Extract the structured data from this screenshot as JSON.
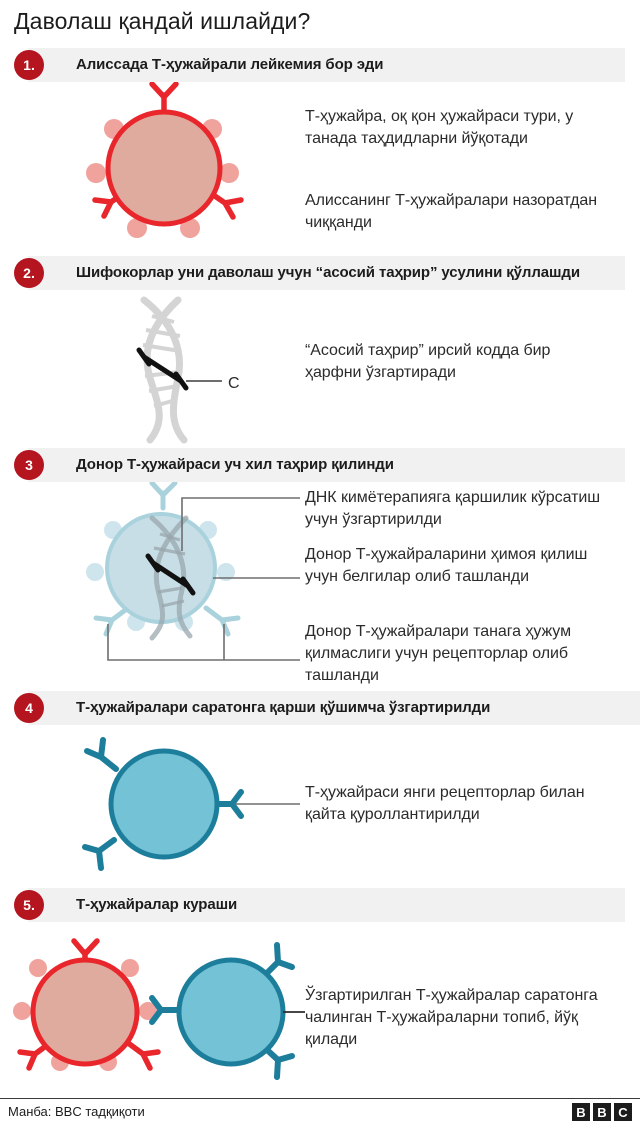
{
  "title": "Даволаш қандай  ишлайди?",
  "colors": {
    "badge_red": "#b4151f",
    "bar_gray": "#f1f1f1",
    "cell_red_stroke": "#e8262b",
    "cell_red_fill": "#e0ab9f",
    "cell_red_dot": "#f0a29c",
    "cell_blue_pale_stroke": "#a9d2dd",
    "cell_blue_pale_fill": "#c8dee6",
    "cell_teal_stroke": "#1d7e9c",
    "cell_teal_fill": "#74c2d6",
    "dna_gray": "#cfcfcf",
    "leader_gray": "#6e6e6e",
    "text": "#2b2b2b"
  },
  "sections": [
    {
      "number": "1.",
      "heading": "Алиссада Т-ҳужайрали лейкемия бор эди",
      "paragraphs": [
        "Т-ҳужайра, оқ қон ҳужайраси тури, у танада таҳдидларни йўқотади",
        "Алиссанинг Т-ҳужайралари назоратдан чиққанди"
      ]
    },
    {
      "number": "2.",
      "heading": "Шифокорлар уни даволаш учун “асосий таҳрир” усулини қўллашди",
      "dna_label": "C",
      "paragraphs": [
        "“Асосий таҳрир” ирсий кодда бир ҳарфни ўзгартиради"
      ]
    },
    {
      "number": "3",
      "heading": "Донор Т-ҳужайраси уч хил таҳрир қилинди",
      "paragraphs": [
        "ДНК кимётерапияга қаршилик кўрсатиш учун ўзгартирилди",
        "Донор Т-ҳужайраларини ҳимоя қилиш учун белгилар олиб ташланди",
        "Донор Т-ҳужайралари танага ҳужум қилмаслиги учун рецепторлар олиб ташланди"
      ]
    },
    {
      "number": "4",
      "heading": "Т-ҳужайралари саратонга қарши қўшимча ўзгартирилди",
      "paragraphs": [
        "Т-ҳужайраси янги рецепторлар билан қайта қуроллантирилди"
      ]
    },
    {
      "number": "5.",
      "heading": "Т-ҳужайралар кураши",
      "paragraphs": [
        "Ўзгартирилган Т-ҳужайралар саратонга чалинган Т-ҳужайраларни топиб, йўқ қилади"
      ]
    }
  ],
  "footer": {
    "source": "Манба: BBC тадқиқоти",
    "logo_letters": [
      "B",
      "B",
      "C"
    ]
  }
}
